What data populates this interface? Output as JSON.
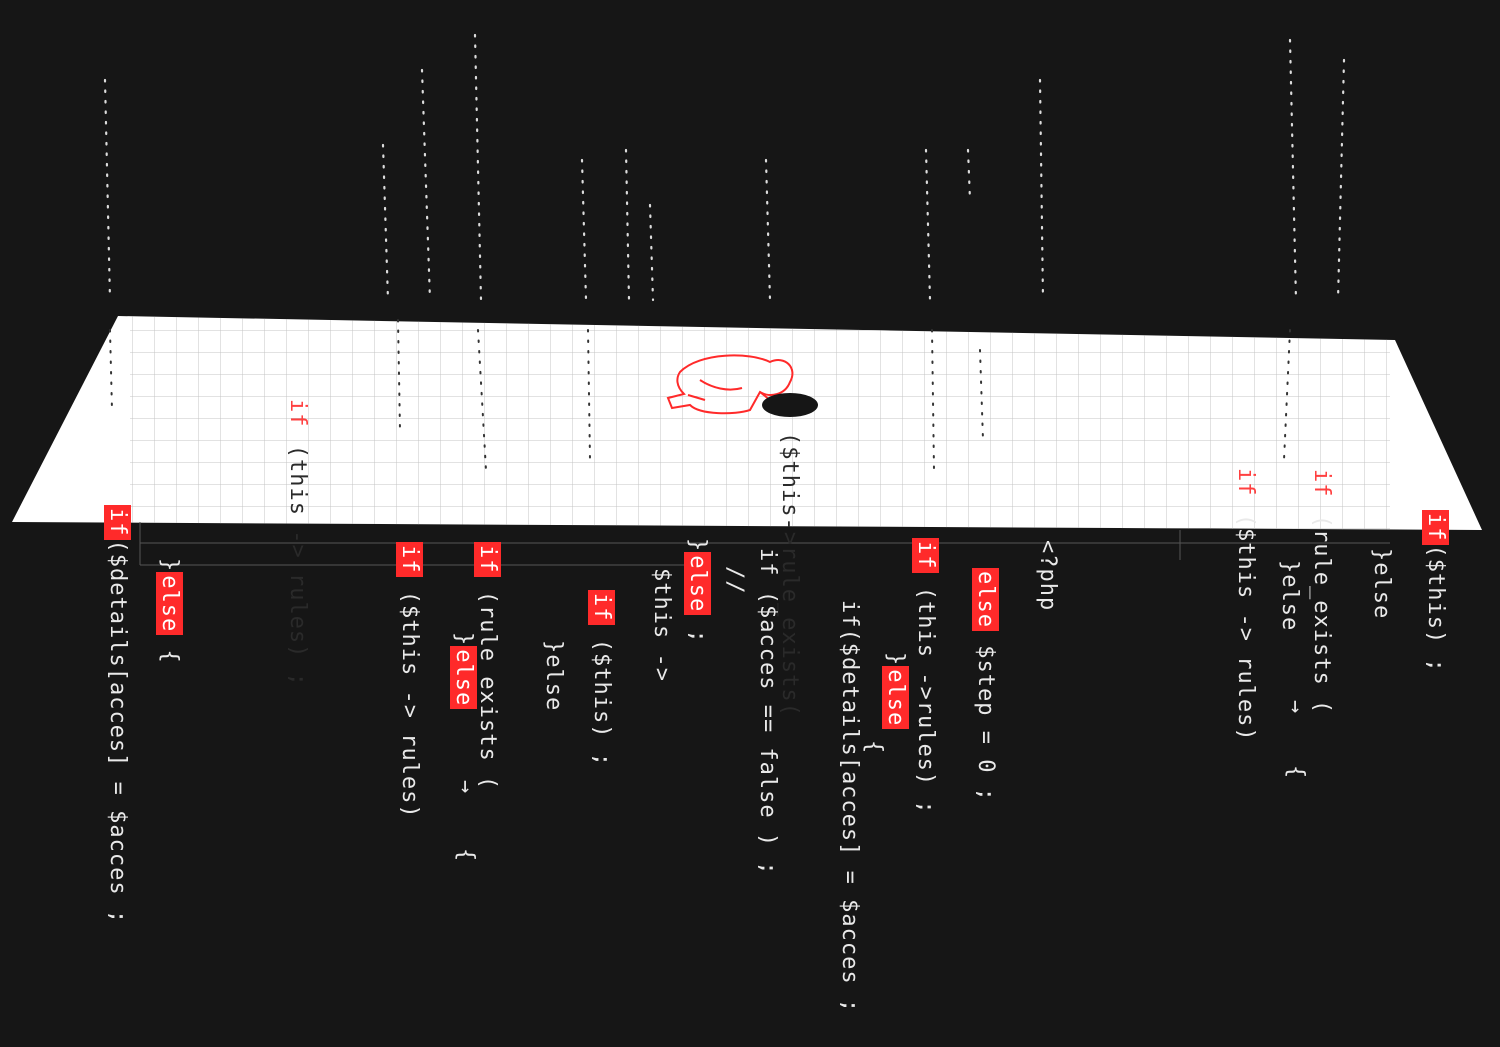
{
  "colors": {
    "background": "#161616",
    "paper": "#ffffff",
    "grid": "#b9b9b9",
    "ink": "#e9e9e9",
    "accent": "#ff2a2a"
  },
  "icons": [
    "crouching-figure-icon",
    "hole-icon"
  ],
  "code_fragments": [
    {
      "kw": "if",
      "text": "($details[acces] = $acces ;"
    },
    {
      "kw": "else",
      "prefix": "}",
      "text": " {"
    },
    {
      "kw": "if",
      "text": " (this -> rules) ;"
    },
    {
      "kw": "if",
      "text": " ($this -> rules)"
    },
    {
      "kw": "if",
      "text": " (rule_exists ("
    },
    {
      "kw": "else",
      "prefix": "}",
      "text": ""
    },
    {
      "text": "→"
    },
    {
      "text": "{"
    },
    {
      "kw": "else",
      "prefix": "}",
      "text": " ;"
    },
    {
      "text": "$this ->"
    },
    {
      "kw": "if",
      "text": " ($this) ;"
    },
    {
      "text": "}else"
    },
    {
      "text": "($this->rule_exists("
    },
    {
      "text": "if ($acces == false ) ;"
    },
    {
      "text": "//"
    },
    {
      "kw": "if",
      "text": " (this ->rules) ;"
    },
    {
      "kw": "else",
      "prefix": "}",
      "text": ""
    },
    {
      "text": "{"
    },
    {
      "text": "if($details[acces] = $acces ;"
    },
    {
      "kw": "else",
      "text": " $step = 0 ;"
    },
    {
      "text": "<?php"
    },
    {
      "kw": "if",
      "text": " ($this -> rules)"
    },
    {
      "kw": "if",
      "text": " (rule_exists ("
    },
    {
      "text": "}else"
    },
    {
      "text": "→"
    },
    {
      "text": "{"
    },
    {
      "text": "}else"
    },
    {
      "kw": "if",
      "text": "($this) ;"
    }
  ]
}
